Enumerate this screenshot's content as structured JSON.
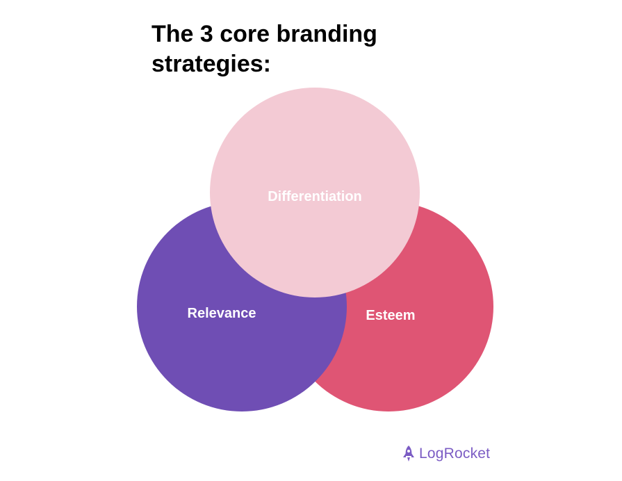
{
  "title": "The 3 core branding strategies:",
  "circles": [
    {
      "id": "relevance",
      "label": "Relevance",
      "color": "#6f4eb4"
    },
    {
      "id": "esteem",
      "label": "Esteem",
      "color": "#df5574"
    },
    {
      "id": "differentiation",
      "label": "Differentiation",
      "color": "#f3cad4"
    }
  ],
  "logo": {
    "text": "LogRocket",
    "color": "#7b5cc4",
    "icon": "rocket-icon"
  }
}
